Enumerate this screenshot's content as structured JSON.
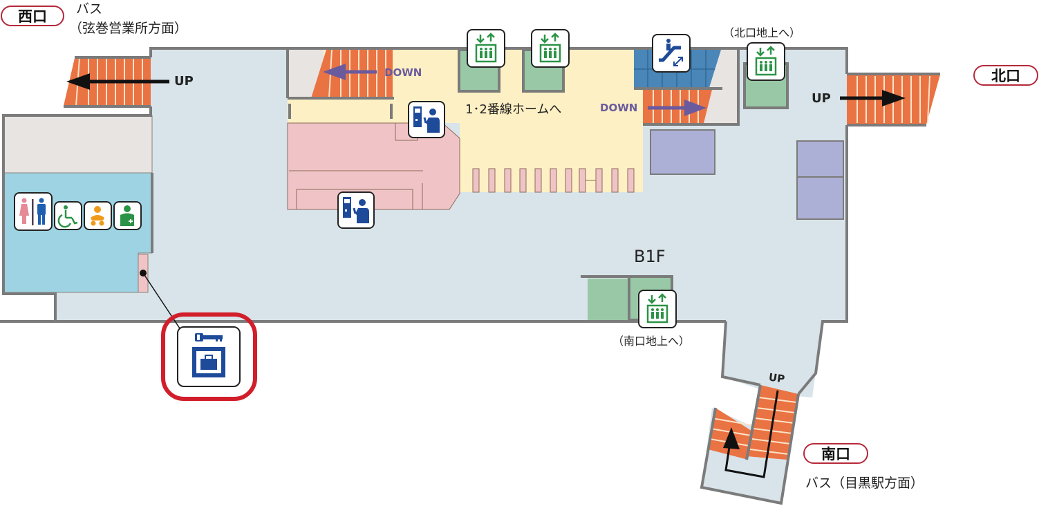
{
  "map": {
    "floor_label": "B1F",
    "colors": {
      "concourse": "#d8e4ea",
      "platform_area": "#fdf0c4",
      "office_area": "#f0c4c6",
      "restroom_area": "#9dd3e2",
      "storage_gray": "#e7e4e2",
      "elevator_green": "#99c8a6",
      "stairs_orange": "#ea7343",
      "escalator_blue": "#4a86b8",
      "locker_purple": "#adb0d6",
      "wall_gray": "#7b7b7b",
      "exit_pill_border": "#b5283a",
      "highlight_red": "#d21e2b",
      "arrow_purple": "#6a5a9e",
      "icon_blue": "#1e4a9a",
      "icon_green": "#2b9346"
    }
  },
  "exits": {
    "west": {
      "label": "西口",
      "destination_line1": "バス",
      "destination_line2": "（弦巻営業所方面）"
    },
    "north": {
      "label": "北口"
    },
    "south": {
      "label": "南口",
      "destination": "バス（目黒駅方面）"
    }
  },
  "stairs": {
    "west_up": "UP",
    "platform_down_left": "DOWN",
    "platform_down_right": "DOWN",
    "north_up": "UP",
    "south_up": "UP"
  },
  "labels": {
    "platforms": "1･2番線ホームへ",
    "north_ground_elevator": "（北口地上へ）",
    "south_ground_elevator": "（南口地上へ）"
  },
  "icons": {
    "elevator": "elevator-icon",
    "escalator": "escalator-icon",
    "ticket_machine": "ticket-machine-icon",
    "restroom": "restroom-icon",
    "wheelchair": "accessible-toilet-icon",
    "baby": "baby-changing-icon",
    "first_aid": "first-aid-room-icon",
    "coin_locker": "coin-locker-icon"
  }
}
